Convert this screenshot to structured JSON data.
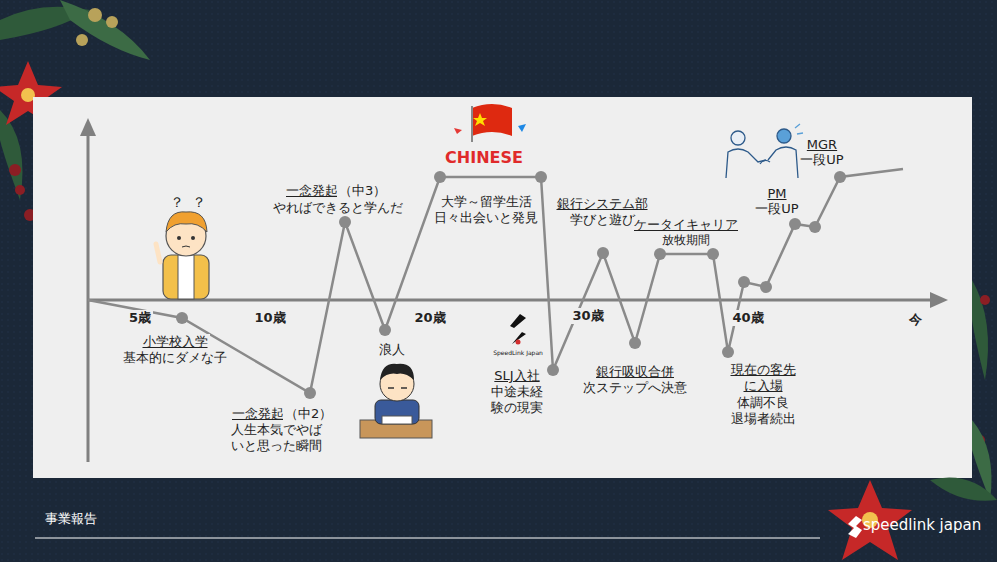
{
  "diagram": {
    "title": "事業報告",
    "labels": [
      "小学校入学",
      "基本的にダメな子",
      "一念発起",
      "（中2）",
      "人生本気でやばいと思った瞬間",
      "一念発起",
      "（中3）",
      "やればできると学んだ",
      "浪人",
      "大学～留学生活",
      "日々出会いと発見",
      "SLJ入社",
      "中途未経験の現実",
      "銀行システム部",
      "学びと遊び",
      "銀行吸収合併",
      "次ステップへ決意",
      "ケータイキャリア",
      "放牧期間",
      "現在の客先に入場",
      "体調不良",
      "退場者続出",
      "PM",
      "一段UP",
      "MGR",
      "一段UP",
      "5歳",
      "10歳",
      "20歳",
      "30歳",
      "40歳",
      "今",
      "？",
      "？",
      "CHINESE",
      "SpeedLink Japan",
      "speedlink japan"
    ]
  }
}
